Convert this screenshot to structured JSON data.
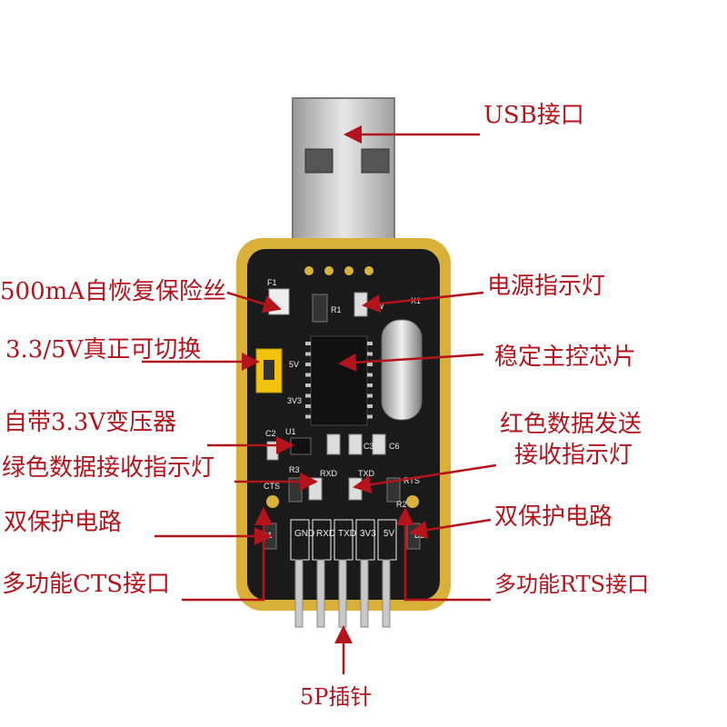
{
  "labels": {
    "usb": "USB接口",
    "fuse": "500mA自恢复保险丝",
    "switch": "3.3/5V真正可切换",
    "regulator": "自带3.3V变压器",
    "rx_led": "绿色数据接收指示灯",
    "protect_left": "双保护电路",
    "cts": "多功能CTS接口",
    "power_led": "电源指示灯",
    "chip": "稳定主控芯片",
    "tx_led_line1": "红色数据发送",
    "tx_led_line2": "接收指示灯",
    "protect_right": "双保护电路",
    "rts": "多功能RTS接口",
    "pins": "5P插针"
  },
  "board": {
    "silkscreen": {
      "f1": "F1",
      "r1": "R1",
      "pw": "PW",
      "x1": "X1",
      "v5": "5V",
      "v3": "3V3",
      "c2": "C2",
      "u1": "U1",
      "c3": "C3",
      "c6": "C6",
      "r3": "R3",
      "rxd_led": "RXD",
      "txd_led": "TXD",
      "cts": "CTS",
      "rts": "RTS",
      "r2": "R2",
      "d1": "D1",
      "d2": "D2"
    },
    "pins": [
      "GND",
      "RXD",
      "TXD",
      "3V3",
      "5V"
    ]
  },
  "colors": {
    "label": "#b3141c",
    "pcb": "#1a1a1a",
    "gold": "#d9b13a",
    "jumper": "#f4c20d"
  }
}
